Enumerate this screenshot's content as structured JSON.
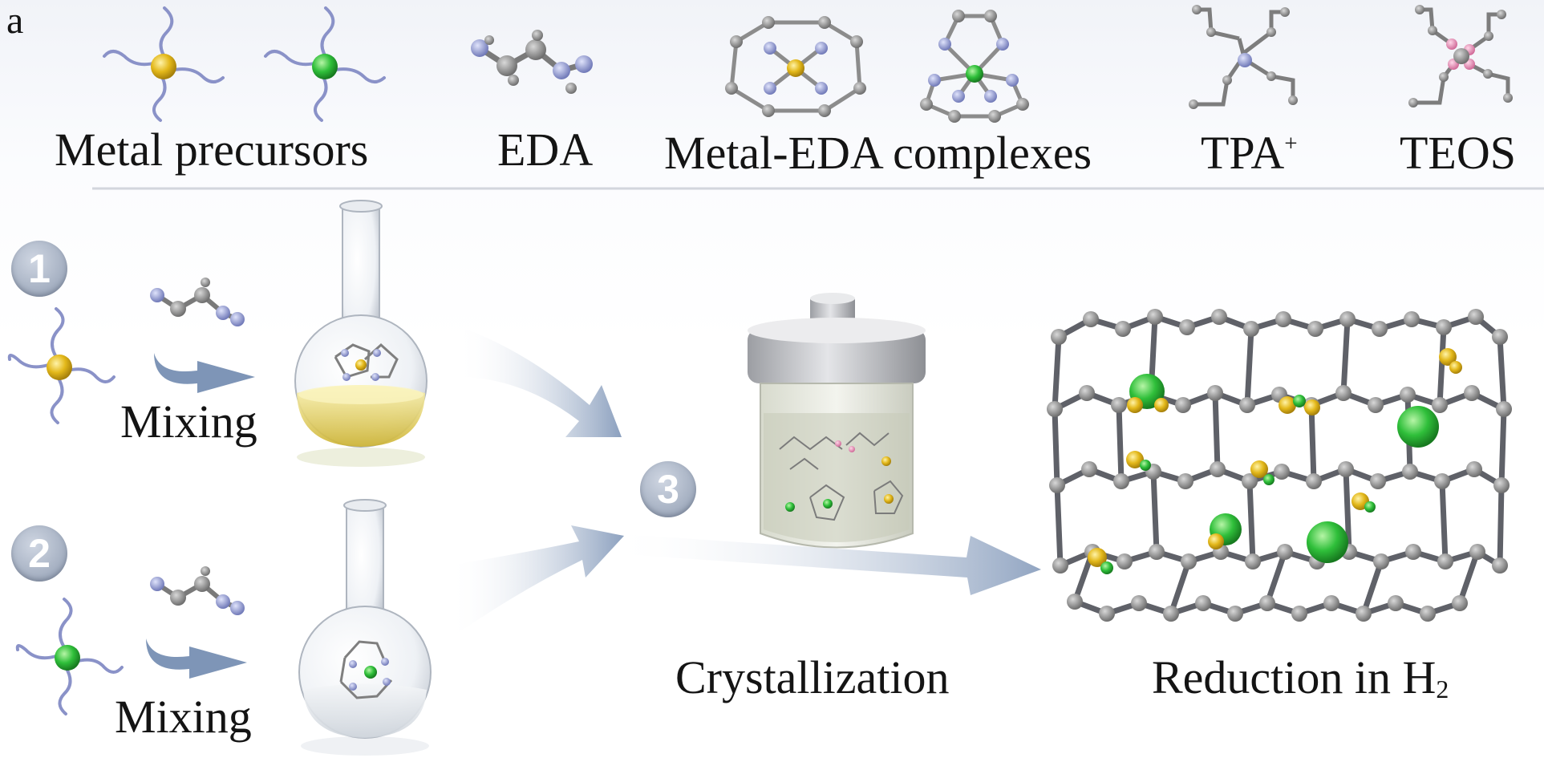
{
  "panel_label": "a",
  "legend": {
    "metal_precursors": "Metal precursors",
    "eda": "EDA",
    "metal_eda_complexes": "Metal-EDA complexes",
    "tpa": "TPA",
    "tpa_charge": "+",
    "teos": "TEOS"
  },
  "steps": {
    "one": "1",
    "two": "2",
    "three": "3"
  },
  "process": {
    "mixing_top": "Mixing",
    "mixing_bottom": "Mixing",
    "crystallization": "Crystallization",
    "reduction": "Reduction in H",
    "reduction_sub": "2"
  },
  "colors": {
    "metal_yellow": "#e3b81a",
    "metal_green": "#2fbf3a",
    "nitrogen": "#8b95cf",
    "carbon": "#8d8d8d",
    "arrow": "#7e95b7"
  }
}
